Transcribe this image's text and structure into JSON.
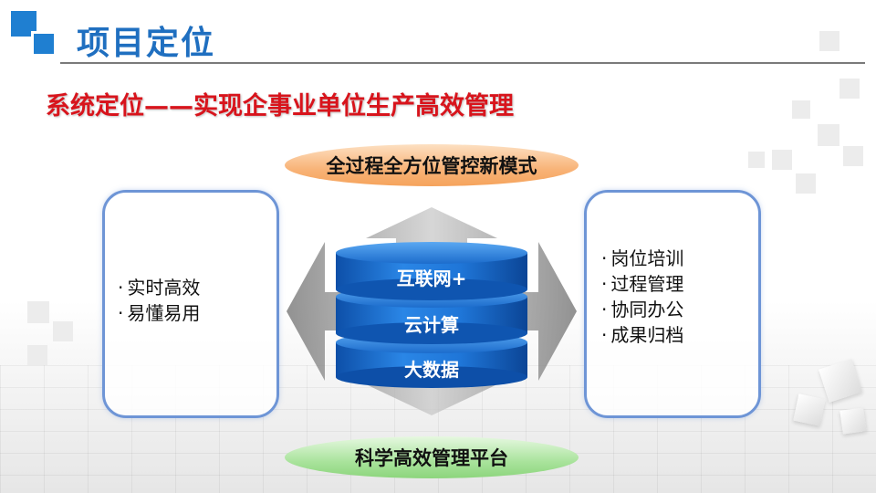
{
  "header": {
    "title": "项目定位",
    "subtitle": "系统定位——实现企事业单位生产高效管理"
  },
  "diagram": {
    "top_banner": "全过程全方位管控新模式",
    "bottom_banner": "科学高效管理平台",
    "layers": [
      "互联网+",
      "云计算",
      "大数据"
    ],
    "left_items": [
      "实时高效",
      "易懂易用"
    ],
    "right_items": [
      "岗位培训",
      "过程管理",
      "协同办公",
      "成果归档"
    ]
  },
  "colors": {
    "title_blue": "#1f6fc0",
    "subtitle_red": "#d8141c",
    "cylinder_blue": "#1a6fd0",
    "box_border": "#6e95d6",
    "banner_orange": "#f8b377",
    "banner_green": "#a9e39c"
  }
}
